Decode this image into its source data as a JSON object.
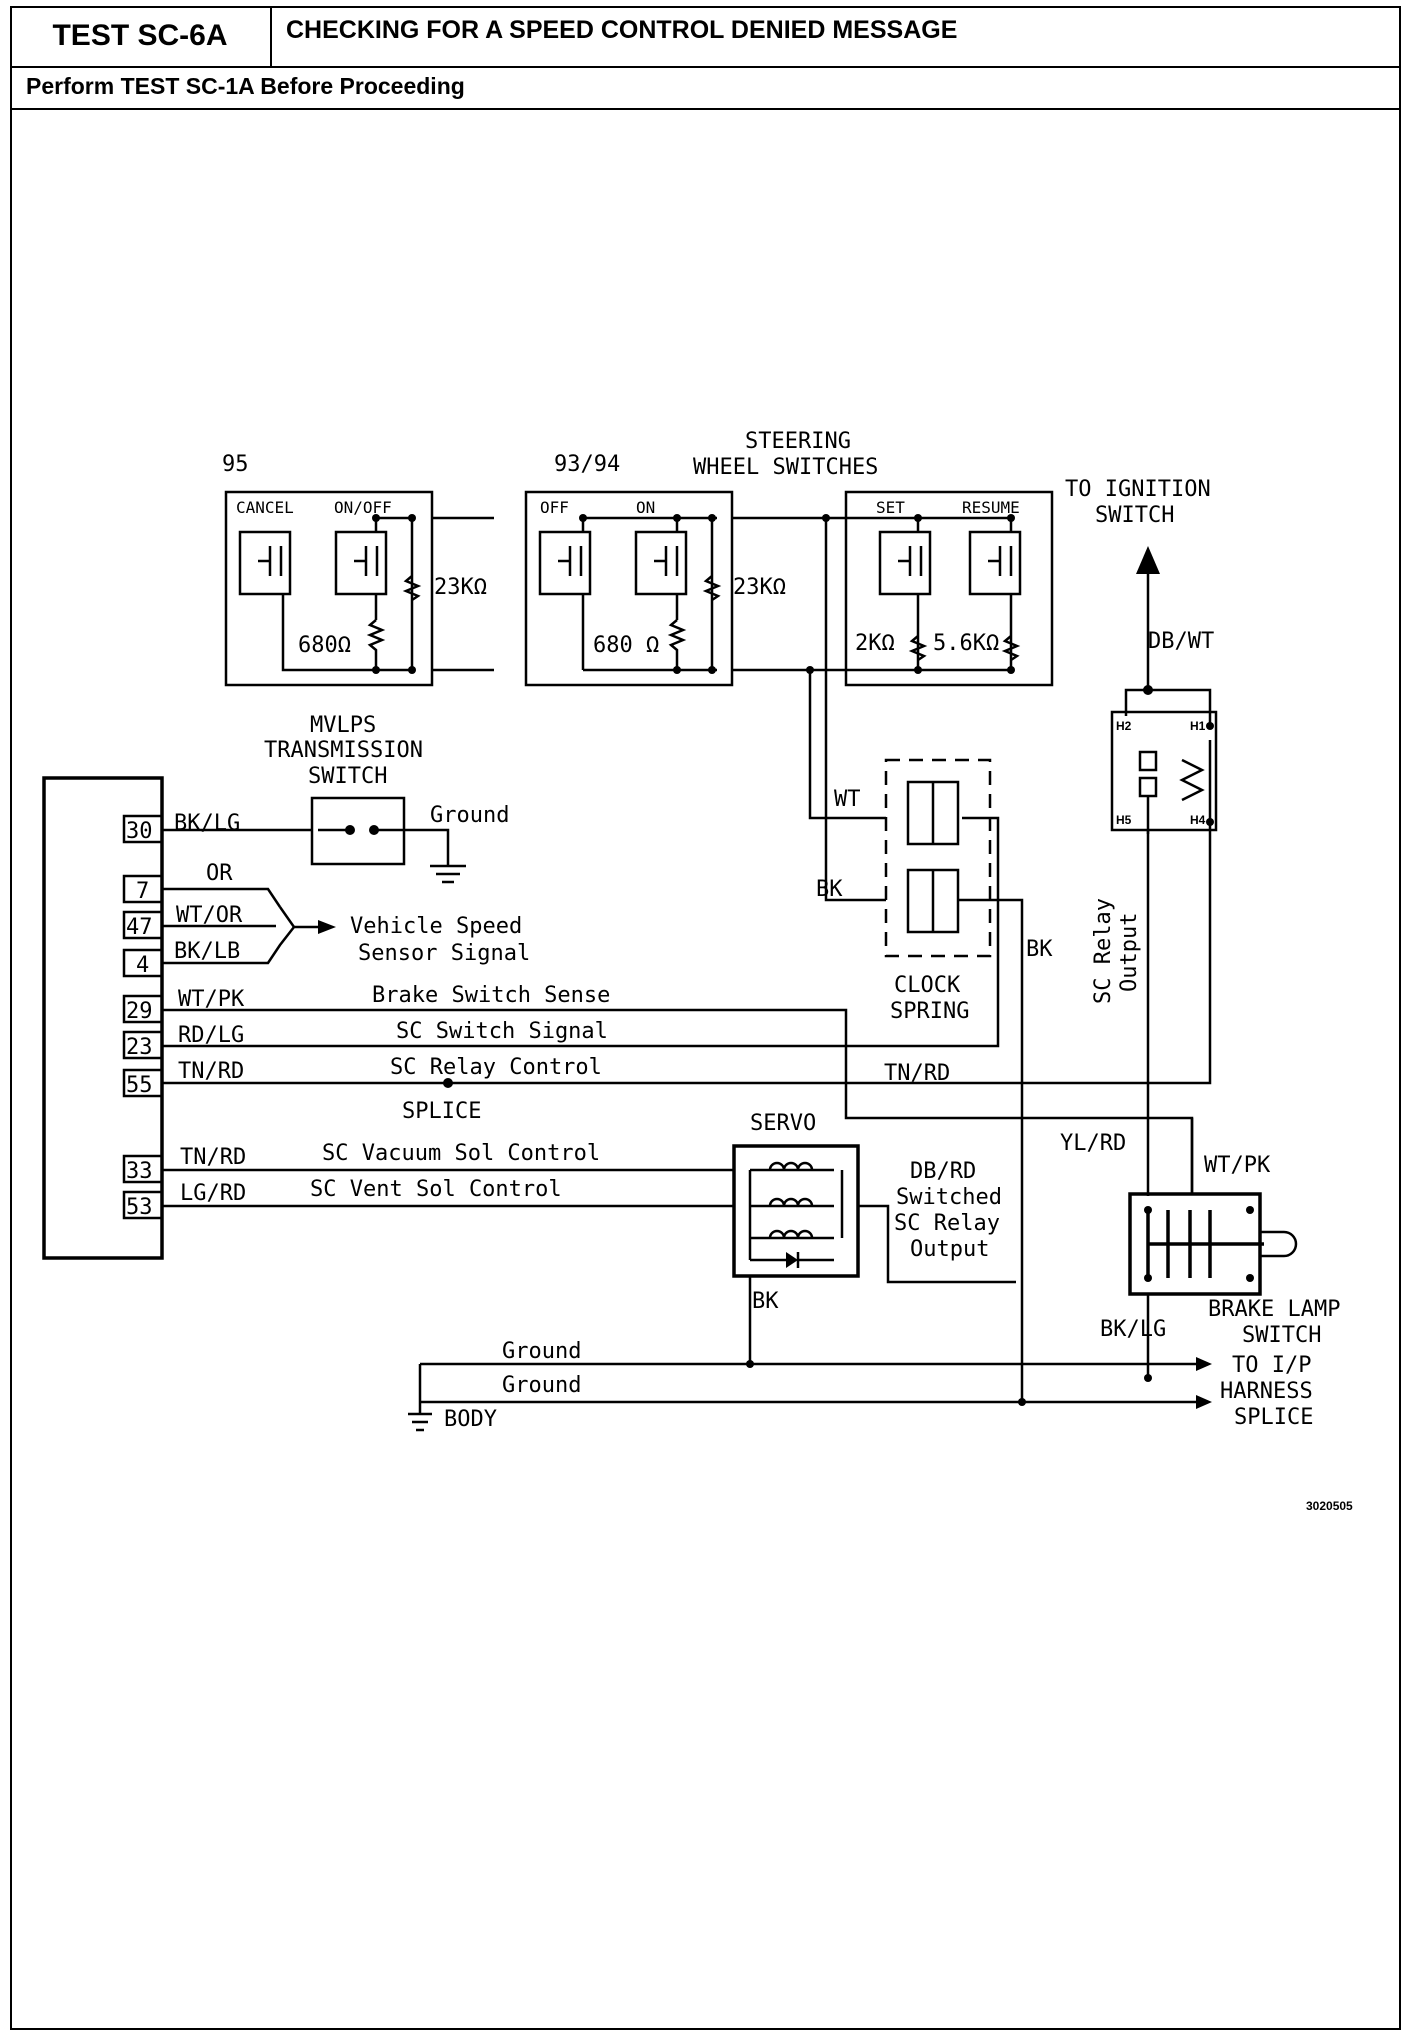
{
  "header": {
    "test_id": "TEST SC-6A",
    "title": "CHECKING FOR A SPEED CONTROL DENIED MESSAGE",
    "prerequisite": "Perform TEST SC-1A Before Proceeding"
  },
  "switch_panels": {
    "steering_title": "STEERING",
    "steering_subtitle": "WHEEL SWITCHES",
    "p95": {
      "year": "95",
      "cancel": "CANCEL",
      "onoff": "ON/OFF",
      "r1": "23KΩ",
      "r2": "680Ω"
    },
    "p9394": {
      "year": "93/94",
      "off": "OFF",
      "on": "ON",
      "r1": "23KΩ",
      "r2": "680 Ω"
    },
    "pset": {
      "set": "SET",
      "resume": "RESUME",
      "r1": "2KΩ",
      "r2": "5.6KΩ"
    }
  },
  "ignition": {
    "line1": "TO IGNITION",
    "line2": "SWITCH",
    "wire": "DB/WT"
  },
  "relay": {
    "h1": "H1",
    "h2": "H2",
    "h4": "H4",
    "h5": "H5",
    "label1": "SC Relay",
    "label2": "Output"
  },
  "mvlps": {
    "l1": "MVLPS",
    "l2": "TRANSMISSION",
    "l3": "SWITCH",
    "ground": "Ground"
  },
  "pins": [
    {
      "num": "30",
      "wire": "BK/LG",
      "signal": ""
    },
    {
      "num": "7",
      "wire": "OR",
      "signal": ""
    },
    {
      "num": "47",
      "wire": "WT/OR",
      "signal": ""
    },
    {
      "num": "4",
      "wire": "BK/LB",
      "signal": ""
    },
    {
      "num": "29",
      "wire": "WT/PK",
      "signal": "Brake Switch Sense"
    },
    {
      "num": "23",
      "wire": "RD/LG",
      "signal": "SC Switch Signal"
    },
    {
      "num": "55",
      "wire": "TN/RD",
      "signal": "SC Relay Control"
    },
    {
      "num": "33",
      "wire": "TN/RD",
      "signal": "SC Vacuum Sol Control"
    },
    {
      "num": "53",
      "wire": "LG/RD",
      "signal": "SC Vent Sol Control"
    }
  ],
  "vss": {
    "l1": "Vehicle Speed",
    "l2": "Sensor Signal"
  },
  "splice": "SPLICE",
  "clockspring": {
    "wt": "WT",
    "bk": "BK",
    "bk_right": "BK",
    "l1": "CLOCK",
    "l2": "SPRING"
  },
  "relay_out": {
    "wire_tn": "TN/RD",
    "wire_yl": "YL/RD"
  },
  "servo": {
    "title": "SERVO",
    "bk": "BK"
  },
  "switched": {
    "l1": "DB/RD",
    "l2": "Switched",
    "l3": "SC Relay",
    "l4": "Output"
  },
  "brake": {
    "wt_pk": "WT/PK",
    "bk_lg": "BK/LG",
    "l1": "BRAKE LAMP",
    "l2": "SWITCH"
  },
  "ground": {
    "g1": "Ground",
    "g2": "Ground",
    "body": "BODY"
  },
  "harness": {
    "l1": "TO I/P",
    "l2": "HARNESS",
    "l3": "SPLICE"
  },
  "figure_id": "3020505"
}
